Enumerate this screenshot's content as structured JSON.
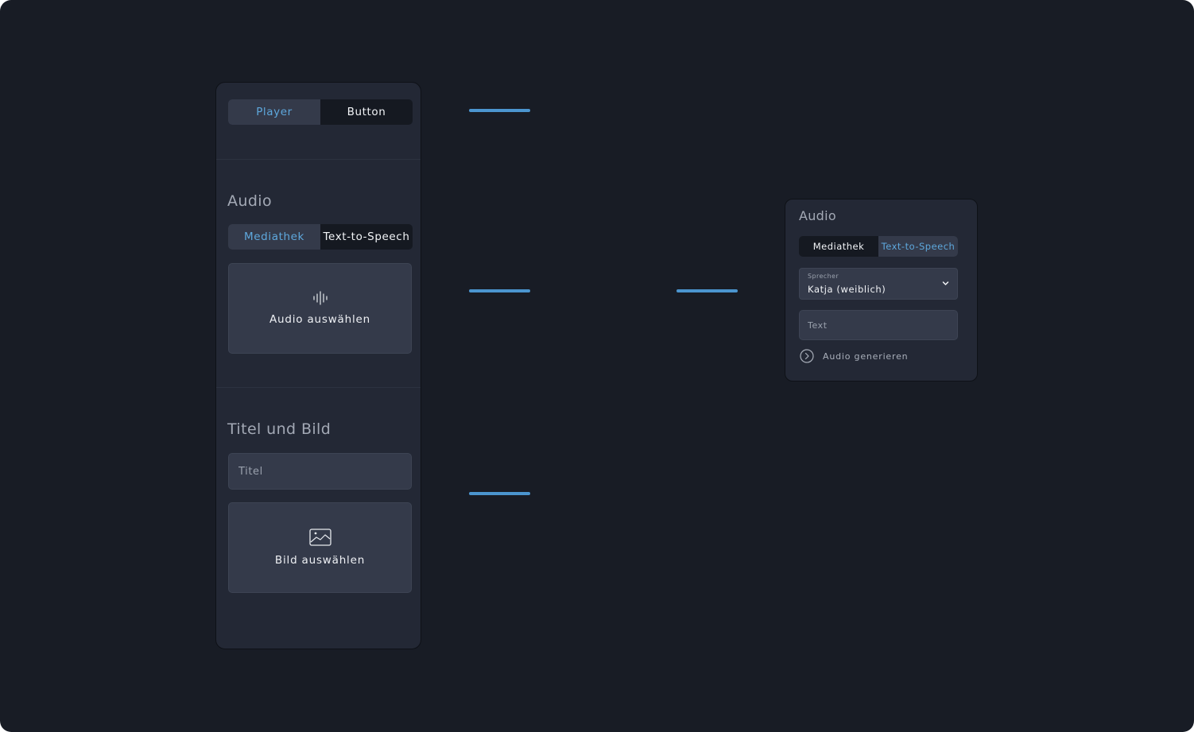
{
  "left_panel": {
    "mode_tabs": [
      {
        "label": "Player",
        "active": true
      },
      {
        "label": "Button",
        "active": false
      }
    ],
    "audio_section": {
      "title": "Audio",
      "source_tabs": [
        {
          "label": "Mediathek",
          "active": true
        },
        {
          "label": "Text-to-Speech",
          "active": false
        }
      ],
      "select_label": "Audio auswählen",
      "icon": "waveform-icon"
    },
    "title_section": {
      "title": "Titel und Bild",
      "title_placeholder": "Titel",
      "image_label": "Bild auswählen",
      "icon": "image-icon"
    }
  },
  "tts_card": {
    "title": "Audio",
    "source_tabs": [
      {
        "label": "Mediathek",
        "active": false
      },
      {
        "label": "Text-to-Speech",
        "active": true
      }
    ],
    "speaker": {
      "label": "Sprecher",
      "value": "Katja (weiblich)",
      "icon": "chevron-down-icon"
    },
    "text_placeholder": "Text",
    "generate_label": "Audio generieren",
    "generate_icon": "chevron-right-circle-icon"
  },
  "colors": {
    "background": "#181c25",
    "panel": "#232835",
    "field": "#343a4a",
    "accent": "#5ea8dd",
    "connector": "#4b95cf"
  }
}
